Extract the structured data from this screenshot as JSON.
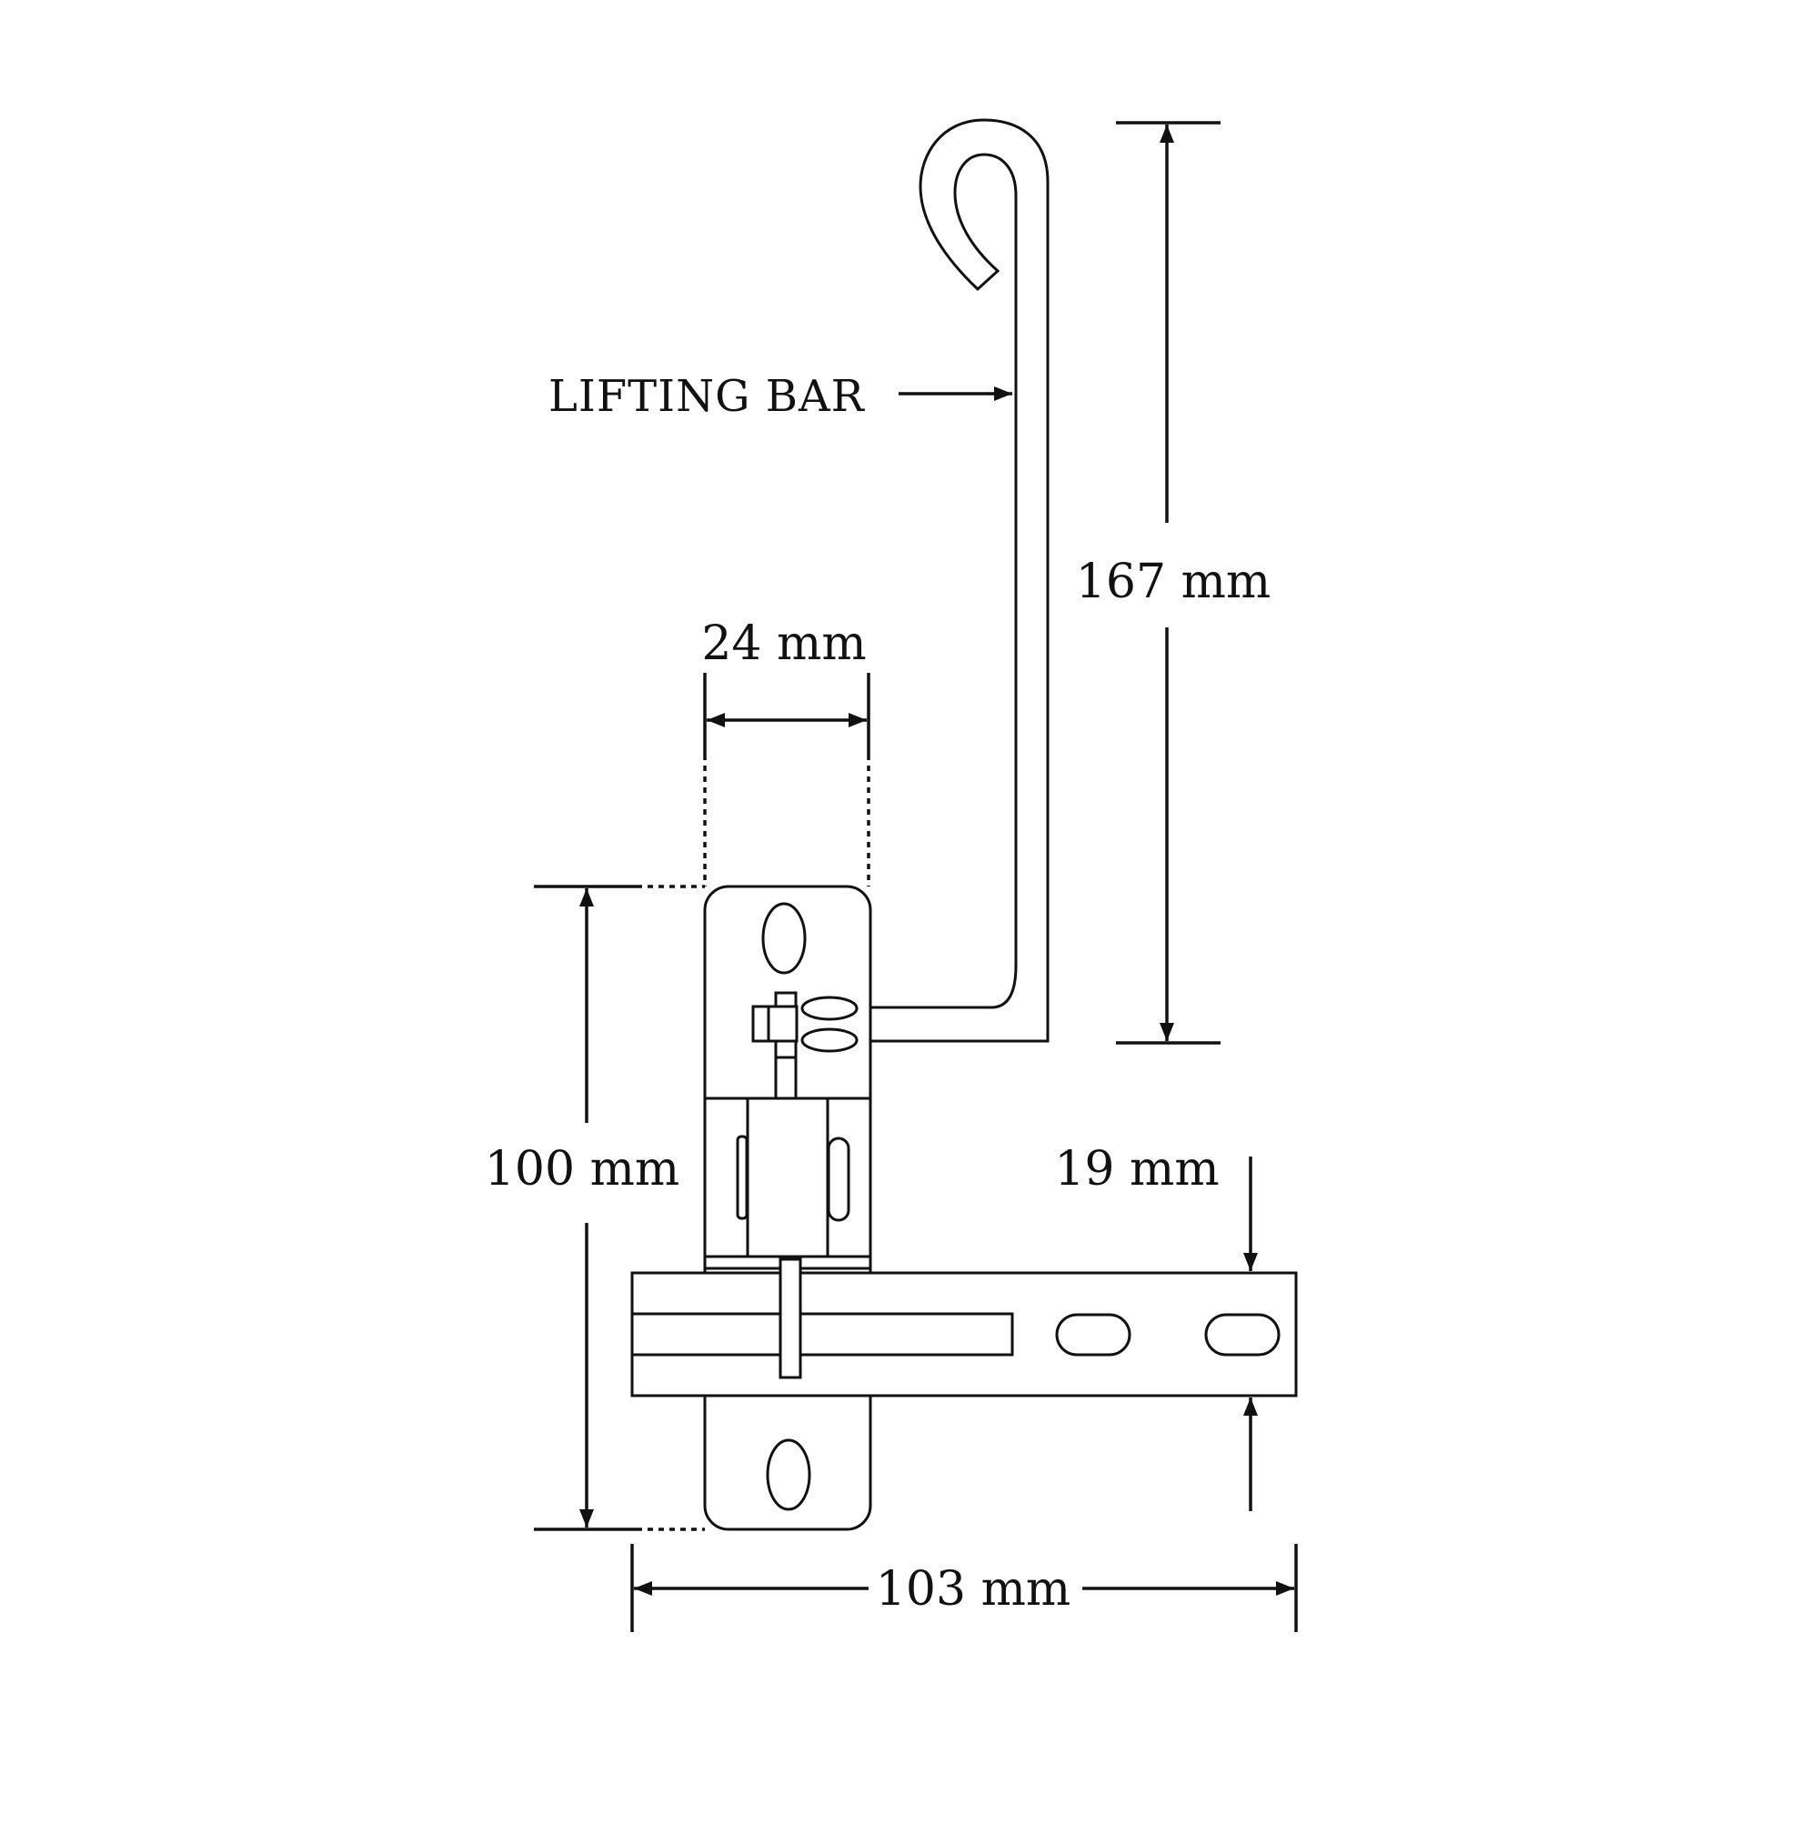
{
  "labels": {
    "lifting_bar": "LIFTING BAR",
    "dim_167": "167 mm",
    "dim_24": "24 mm",
    "dim_100": "100 mm",
    "dim_19": "19 mm",
    "dim_103": "103 mm"
  },
  "colors": {
    "line": "#111111",
    "background": "#ffffff"
  }
}
